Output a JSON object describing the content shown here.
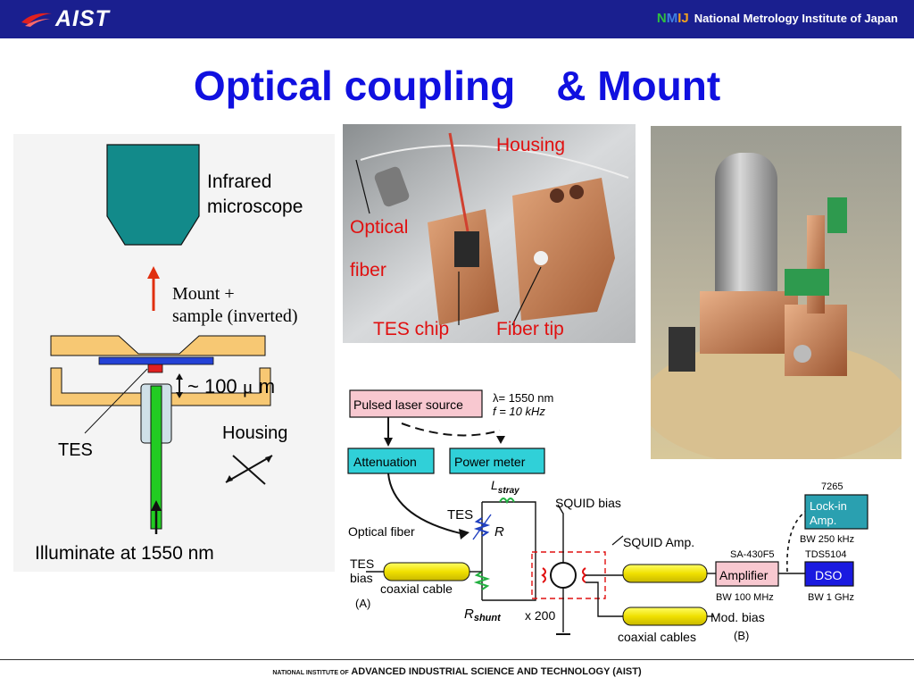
{
  "header": {
    "logo": "AIST",
    "institute_logo": "NMIJ",
    "institute_name": "National Metrology Institute of Japan",
    "bar_color": "#1a1f8f"
  },
  "title": "Optical coupling　& Mount",
  "left_diagram": {
    "microscope_label_1": "Infrared",
    "microscope_label_2": "microscope",
    "mount_label_1": "Mount +",
    "mount_label_2": "sample (inverted)",
    "gap_label_prefix": "~ 100",
    "gap_label_mu": "μ",
    "gap_label_unit": "m",
    "tes_label": "TES",
    "housing_label": "Housing",
    "illuminate_label": "Illuminate at 1550 nm"
  },
  "photo_housing": {
    "housing": "Housing",
    "optical": "Optical",
    "fiber": "fiber",
    "tes_chip": "TES chip",
    "fiber_tip": "Fiber tip"
  },
  "circuit": {
    "pulsed_laser": "Pulsed laser source",
    "lambda_line": "λ= 1550 nm",
    "f_line": "f = 10 kHz",
    "attenuation": "Attenuation",
    "power_meter": "Power meter",
    "l_stray": "L",
    "l_stray_sub": "stray",
    "squid_bias": "SQUID bias",
    "tes": "TES",
    "r": "R",
    "optical_fiber": "Optical fiber",
    "squid_amp": "SQUID Amp.",
    "tes_bias_1": "TES",
    "tes_bias_2": "bias",
    "coaxial_cable": "coaxial cable",
    "label_a": "(A)",
    "r_shunt": "R",
    "r_shunt_sub": "shunt",
    "x200": "x 200",
    "coaxial_cables": "coaxial cables",
    "mod_bias": "Mod. bias",
    "label_b": "(B)",
    "model_7265": "7265",
    "lockin_1": "Lock-in",
    "lockin_2": "Amp.",
    "bw_250": "BW 250 kHz",
    "sa430": "SA-430F5",
    "tds": "TDS5104",
    "amplifier": "Amplifier",
    "dso": "DSO",
    "bw_100": "BW 100 MHz",
    "bw_1g": "BW 1 GHz"
  },
  "footer": {
    "small": "NATIONAL INSTITUTE OF",
    "main": "ADVANCED INDUSTRIAL SCIENCE AND TECHNOLOGY (AIST)"
  }
}
